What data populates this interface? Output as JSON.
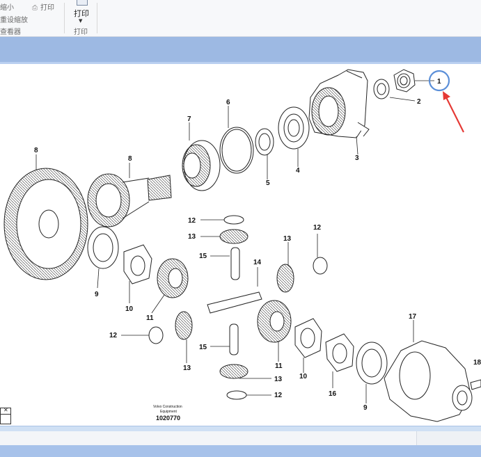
{
  "ribbon": {
    "shrink_label": "缩小",
    "print_small_label": "打印",
    "reset_zoom_label": "重设缩放",
    "viewer_label": "查看器",
    "print_label": "打印",
    "print_group_label": "打印"
  },
  "diagram": {
    "callouts": [
      "1",
      "2",
      "3",
      "4",
      "5",
      "6",
      "7",
      "8",
      "8",
      "9",
      "10",
      "11",
      "12",
      "13",
      "15",
      "14",
      "12",
      "13",
      "12",
      "15",
      "13",
      "11",
      "10",
      "16",
      "9",
      "17",
      "18",
      "13",
      "12"
    ],
    "footer": {
      "brand_line1": "Volvo Construction",
      "brand_line2": "Equipment",
      "doc_number": "1020770"
    }
  },
  "colors": {
    "highlight_circle": "#5b8fd8",
    "arrow": "#e53935",
    "band": "#9db9e3"
  }
}
